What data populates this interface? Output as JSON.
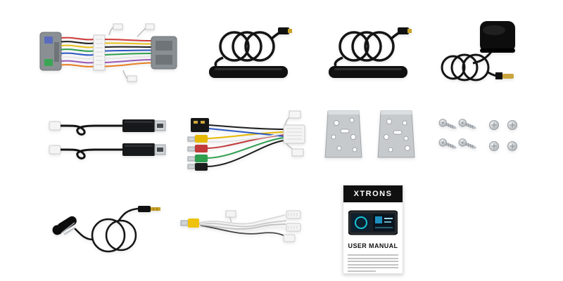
{
  "image": {
    "type": "product-accessories-photo",
    "background": "#ffffff"
  },
  "manual": {
    "brand": "XTRONS",
    "title": "USER MANUAL"
  },
  "items": [
    {
      "name": "power-wiring-harness"
    },
    {
      "name": "radio-antenna-1"
    },
    {
      "name": "radio-antenna-2"
    },
    {
      "name": "gps-antenna"
    },
    {
      "name": "usb-extension-cables"
    },
    {
      "name": "rca-av-wiring-harness"
    },
    {
      "name": "mounting-brackets"
    },
    {
      "name": "mounting-screws"
    },
    {
      "name": "external-microphone"
    },
    {
      "name": "camera-av-input-cable"
    },
    {
      "name": "user-manual"
    }
  ],
  "colors": {
    "gold": "#c9a227",
    "metal": "#c6cacc",
    "rca_yellow": "#eec20f",
    "rca_red": "#c23a3a",
    "rca_green": "#2e9e4f",
    "screen_teal": "#19c3d4"
  }
}
